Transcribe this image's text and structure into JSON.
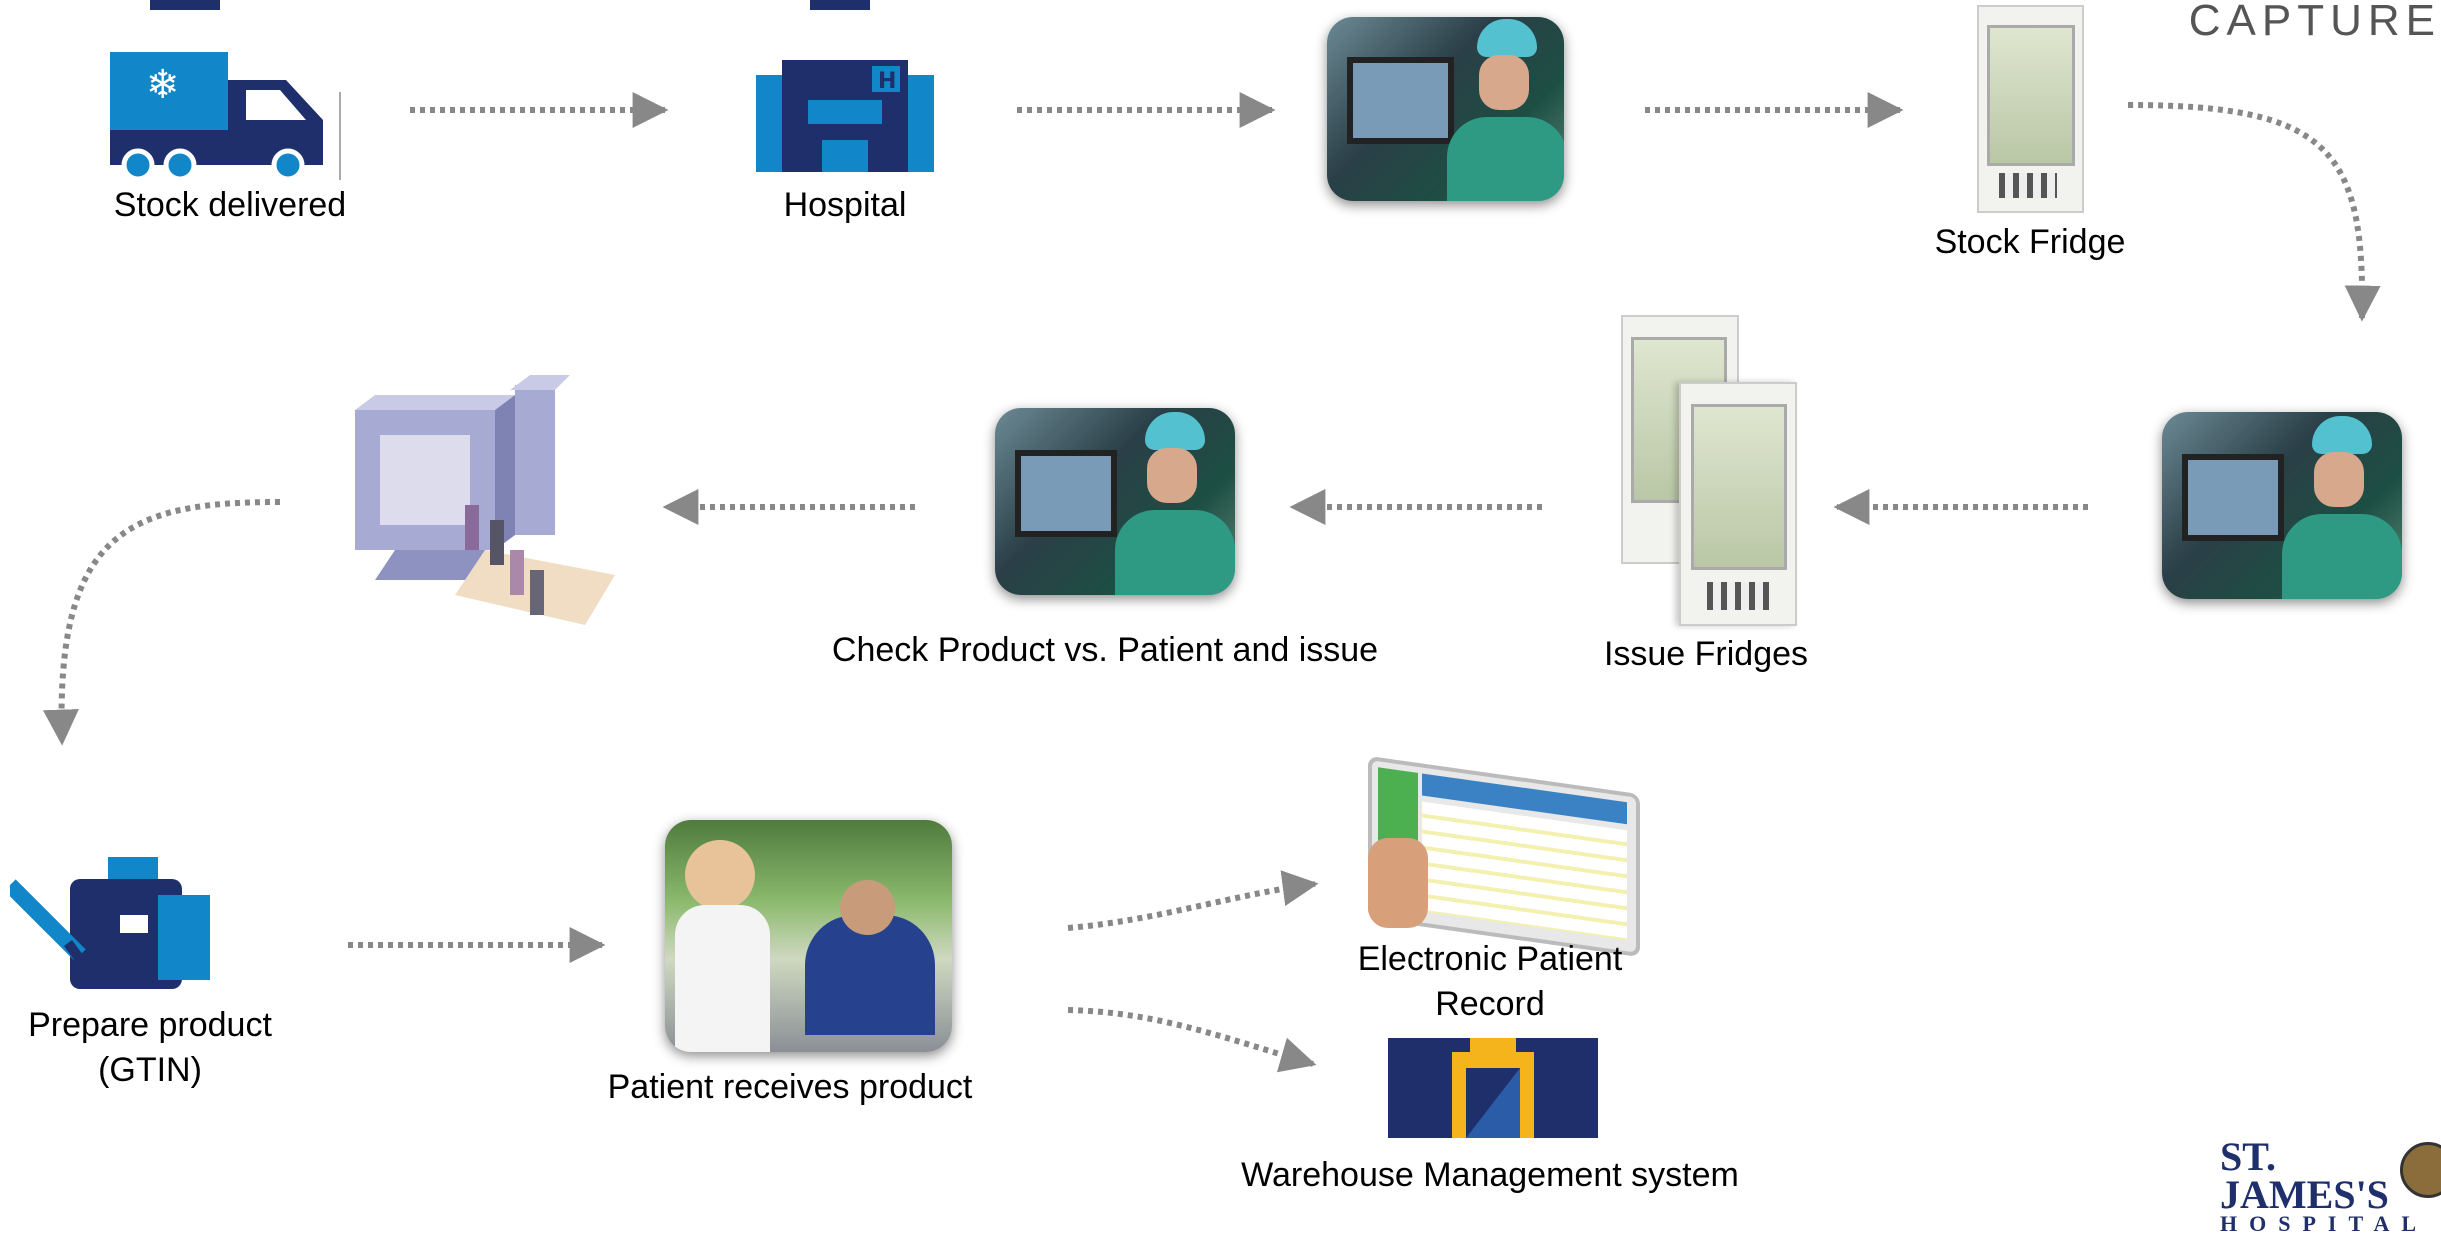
{
  "header": {
    "brand_text": "CAPTURE"
  },
  "steps": {
    "stock_delivered": "Stock delivered",
    "hospital": "Hospital",
    "stock_fridge": "Stock Fridge",
    "check_product": "Check Product vs. Patient and issue",
    "issue_fridges": "Issue Fridges",
    "prepare_product": "Prepare product\n(GTIN)",
    "patient_receives": "Patient receives product",
    "electronic_record": "Electronic Patient\nRecord",
    "warehouse": "Warehouse Management system"
  },
  "logo": {
    "name": "ST. JAMES'S",
    "sub": "HOSPITAL"
  },
  "colors": {
    "navy": "#1f2f6b",
    "blue": "#1186c8",
    "arrow": "#888888"
  }
}
